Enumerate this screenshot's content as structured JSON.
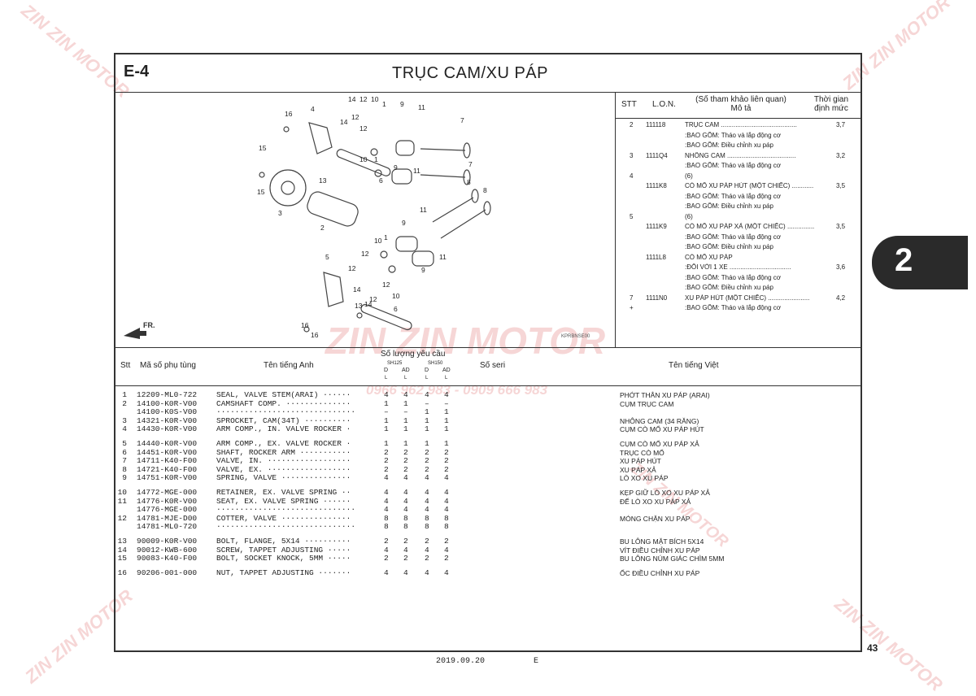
{
  "header": {
    "section": "E-4",
    "title": "TRỤC CAM/XU PÁP"
  },
  "diagram": {
    "code": "KPRBNSE00",
    "front_label": "FR.",
    "callouts": [
      "14",
      "12",
      "10",
      "1",
      "9",
      "11",
      "7",
      "16",
      "4",
      "14",
      "12",
      "12",
      "10",
      "1",
      "9",
      "11",
      "7",
      "15",
      "13",
      "6",
      "15",
      "3",
      "2",
      "8",
      "8",
      "11",
      "9",
      "10",
      "1",
      "12",
      "5",
      "12",
      "14",
      "12",
      "10",
      "11",
      "9",
      "12",
      "13",
      "14",
      "6",
      "16",
      "16"
    ]
  },
  "refs": {
    "headers": {
      "stt": "STT",
      "lon": "L.O.N.",
      "desc": "(Số tham khảo liên quan)\nMô tả",
      "time": "Thời gian\nđịnh mức"
    },
    "rows": [
      {
        "n": "2",
        "c": "111118",
        "d": "TRỤC CAM ..........................................",
        "t": "3,7"
      },
      {
        "n": "",
        "c": "",
        "d": ":BAO GỒM: Tháo và lắp động cơ",
        "t": ""
      },
      {
        "n": "",
        "c": "",
        "d": ":BAO GỒM: Điều chỉnh xu páp",
        "t": ""
      },
      {
        "n": "3",
        "c": "1111Q4",
        "d": "NHÔNG CAM ......................................",
        "t": "3,2"
      },
      {
        "n": "",
        "c": "",
        "d": ":BAO GỒM: Tháo và lắp động cơ",
        "t": ""
      },
      {
        "n": "4",
        "c": "",
        "d": "(6)",
        "t": ""
      },
      {
        "n": "",
        "c": "1111K8",
        "d": "CÒ MỔ XU PÁP HÚT (MỘT CHIẾC) ............",
        "t": "3,5"
      },
      {
        "n": "",
        "c": "",
        "d": ":BAO GỒM: Tháo và lắp động cơ",
        "t": ""
      },
      {
        "n": "",
        "c": "",
        "d": ":BAO GỒM: Điều chỉnh xu páp",
        "t": ""
      },
      {
        "n": "5",
        "c": "",
        "d": "(6)",
        "t": ""
      },
      {
        "n": "",
        "c": "1111K9",
        "d": "CÒ MỔ XU PÁP XẢ (MỘT CHIẾC) ...............",
        "t": "3,5"
      },
      {
        "n": "",
        "c": "",
        "d": ":BAO GỒM: Tháo và lắp động cơ",
        "t": ""
      },
      {
        "n": "",
        "c": "",
        "d": ":BAO GỒM: Điều chỉnh xu páp",
        "t": ""
      },
      {
        "n": "",
        "c": "1111L8",
        "d": "CÒ MỔ XU PÁP",
        "t": ""
      },
      {
        "n": "",
        "c": "",
        "d": ":ĐỐI VỚI 1 XE ..................................",
        "t": "3,6"
      },
      {
        "n": "",
        "c": "",
        "d": ":BAO GỒM: Tháo và lắp động cơ",
        "t": ""
      },
      {
        "n": "",
        "c": "",
        "d": ":BAO GỒM: Điều chỉnh xu páp",
        "t": ""
      },
      {
        "n": "7",
        "c": "1111N0",
        "d": "XU PÁP HÚT (MỘT CHIẾC) .......................",
        "t": "4,2"
      },
      {
        "n": "+",
        "c": "",
        "d": ":BAO GỒM: Tháo và lắp động cơ",
        "t": ""
      }
    ]
  },
  "list_header": {
    "stt": "Stt",
    "part_no": "Mã số phụ tùng",
    "name_en": "Tên tiếng Anh",
    "qty": "Số lượng yêu cầu",
    "serial": "Số seri",
    "name_vn": "Tên tiếng Việt",
    "model1": "SH125",
    "model2": "SH150",
    "variants": [
      "D",
      "AD",
      "D",
      "AD"
    ],
    "sub": [
      "L",
      "L",
      "L",
      "L"
    ]
  },
  "parts": [
    {
      "s": "1",
      "p": "12209-ML0-722",
      "e": "SEAL, VALVE STEM(ARAI) ······",
      "q": [
        "4",
        "4",
        "4",
        "4"
      ],
      "v": "PHỚT THÂN XU PÁP (ARAI)"
    },
    {
      "s": "2",
      "p": "14100-K0R-V00",
      "e": "CAMSHAFT COMP. ··············",
      "q": [
        "1",
        "1",
        "–",
        "–"
      ],
      "v": "CỤM TRỤC CAM"
    },
    {
      "s": "",
      "p": "14100-K0S-V00",
      "e": "······························",
      "q": [
        "–",
        "–",
        "1",
        "1"
      ],
      "v": ""
    },
    {
      "s": "3",
      "p": "14321-K0R-V00",
      "e": "SPROCKET, CAM(34T) ··········",
      "q": [
        "1",
        "1",
        "1",
        "1"
      ],
      "v": "NHÔNG CAM (34 RĂNG)"
    },
    {
      "s": "4",
      "p": "14430-K0R-V00",
      "e": "ARM COMP., IN. VALVE ROCKER ·",
      "q": [
        "1",
        "1",
        "1",
        "1"
      ],
      "v": "CỤM CÒ MỔ XU PÁP HÚT"
    },
    {
      "s": "5",
      "p": "14440-K0R-V00",
      "e": "ARM COMP., EX. VALVE ROCKER ·",
      "q": [
        "1",
        "1",
        "1",
        "1"
      ],
      "v": "CỤM CÒ MỔ XU PÁP XẢ"
    },
    {
      "s": "6",
      "p": "14451-K0R-V00",
      "e": "SHAFT, ROCKER ARM ···········",
      "q": [
        "2",
        "2",
        "2",
        "2"
      ],
      "v": "TRỤC CÒ MỔ"
    },
    {
      "s": "7",
      "p": "14711-K40-F00",
      "e": "VALVE, IN. ··················",
      "q": [
        "2",
        "2",
        "2",
        "2"
      ],
      "v": "XU PÁP HÚT"
    },
    {
      "s": "8",
      "p": "14721-K40-F00",
      "e": "VALVE, EX. ··················",
      "q": [
        "2",
        "2",
        "2",
        "2"
      ],
      "v": "XU PÁP XẢ"
    },
    {
      "s": "9",
      "p": "14751-K0R-V00",
      "e": "SPRING, VALVE ···············",
      "q": [
        "4",
        "4",
        "4",
        "4"
      ],
      "v": "LÒ XO XU PÁP"
    },
    {
      "s": "10",
      "p": "14772-MGE-000",
      "e": "RETAINER, EX. VALVE SPRING ··",
      "q": [
        "4",
        "4",
        "4",
        "4"
      ],
      "v": "KẸP GIỮ LÒ XO XU PÁP XẢ"
    },
    {
      "s": "11",
      "p": "14776-K0R-V00",
      "e": "SEAT, EX. VALVE SPRING ······",
      "q": [
        "4",
        "4",
        "4",
        "4"
      ],
      "v": "ĐẾ LÒ XO XU PÁP XẢ"
    },
    {
      "s": "",
      "p": "14776-MGE-000",
      "e": "······························",
      "q": [
        "4",
        "4",
        "4",
        "4"
      ],
      "v": ""
    },
    {
      "s": "12",
      "p": "14781-MJE-D00",
      "e": "COTTER, VALVE ···············",
      "q": [
        "8",
        "8",
        "8",
        "8"
      ],
      "v": "MÓNG CHẶN XU PÁP"
    },
    {
      "s": "",
      "p": "14781-ML0-720",
      "e": "······························",
      "q": [
        "8",
        "8",
        "8",
        "8"
      ],
      "v": ""
    },
    {
      "s": "13",
      "p": "90009-K0R-V00",
      "e": "BOLT, FLANGE, 5X14 ··········",
      "q": [
        "2",
        "2",
        "2",
        "2"
      ],
      "v": "BU LÔNG MẶT BÍCH 5X14"
    },
    {
      "s": "14",
      "p": "90012-KWB-600",
      "e": "SCREW, TAPPET ADJUSTING ·····",
      "q": [
        "4",
        "4",
        "4",
        "4"
      ],
      "v": "VÍT ĐIỀU CHỈNH XU PÁP"
    },
    {
      "s": "15",
      "p": "90083-K40-F00",
      "e": "BOLT, SOCKET KNOCK, 5MM ·····",
      "q": [
        "2",
        "2",
        "2",
        "2"
      ],
      "v": "BU LÔNG NÚM GIÁC CHÌM 5MM"
    },
    {
      "s": "16",
      "p": "90206-001-000",
      "e": "NUT, TAPPET ADJUSTING ·······",
      "q": [
        "4",
        "4",
        "4",
        "4"
      ],
      "v": "ỐC ĐIỀU CHỈNH XU PÁP"
    }
  ],
  "side_tab": "2",
  "footer": {
    "date": "2019.09.20",
    "code": "E",
    "page": "43"
  },
  "watermark": {
    "brand": "ZIN ZIN MOTOR",
    "phone": "0966 962 983 - 0909 666 983",
    "color": "#dc5a5a"
  }
}
